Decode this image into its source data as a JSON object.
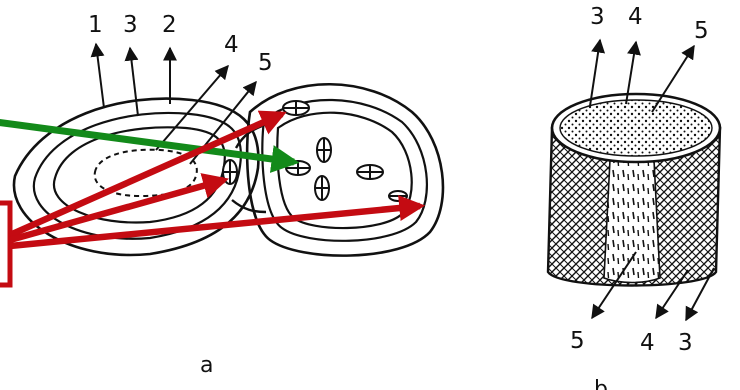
{
  "figure_a": {
    "caption": "a",
    "labels": [
      "1",
      "3",
      "2",
      "4",
      "5"
    ]
  },
  "figure_b": {
    "caption": "b",
    "top_labels": [
      "3",
      "4",
      "5"
    ],
    "bottom_labels": [
      "5",
      "4",
      "3"
    ]
  },
  "overlay_colors": {
    "green": "#138a1a",
    "red": "#c40b12"
  }
}
